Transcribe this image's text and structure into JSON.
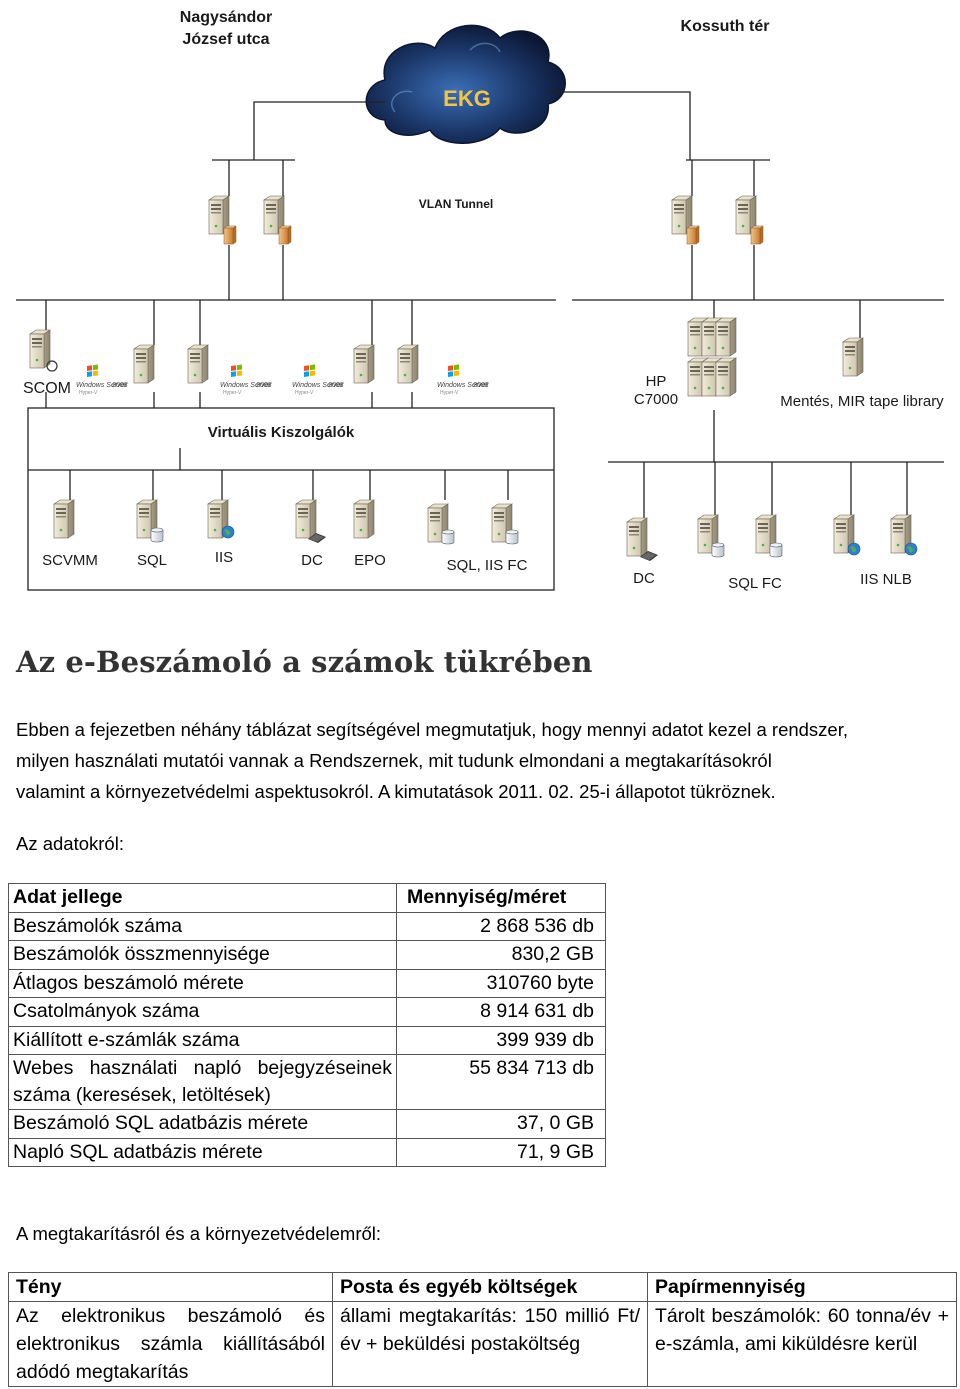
{
  "diagram": {
    "top_left_location": [
      "Nagysándor",
      "József utca"
    ],
    "top_right_location": "Kossuth tér",
    "cloud_label": "EKG",
    "vlan_label": "VLAN Tunnel",
    "scom_label": "SCOM",
    "windows_server_label": "Windows Server",
    "windows_server_year": "2008",
    "hyperv_label": "Hyper-V",
    "virtual_servers_label": "Virtuális Kiszolgálók",
    "hp_label": [
      "HP",
      "C7000"
    ],
    "backup_label": "Mentés, MIR tape library",
    "left_servers": [
      "SCVMM",
      "SQL",
      "IIS",
      "DC",
      "EPO",
      "SQL, IIS FC"
    ],
    "right_servers": [
      "DC",
      "SQL FC",
      "IIS NLB"
    ]
  },
  "heading": "Az e-Beszámoló a számok tükrében",
  "intro_lines": [
    "Ebben a fejezetben néhány táblázat segítségével megmutatjuk, hogy mennyi adatot kezel a rendszer,",
    "milyen használati mutatói vannak a Rendszernek, mit tudunk elmondani a megtakarításokról",
    "valamint a környezetvédelmi aspektusokról. A kimutatások 2011. 02. 25-i állapotot tükröznek."
  ],
  "data_section_label": "Az adatokról:",
  "data_table": {
    "headers": [
      "Adat jellege",
      "Mennyiség/méret"
    ],
    "rows": [
      {
        "label": "Beszámolók száma",
        "value": "2 868 536 db"
      },
      {
        "label": "Beszámolók összmennyisége",
        "value": "830,2 GB"
      },
      {
        "label": "Átlagos beszámoló mérete",
        "value": "310760 byte"
      },
      {
        "label": "Csatolmányok száma",
        "value": "8 914 631 db"
      },
      {
        "label": "Kiállított e-számlák száma",
        "value": "399 939 db"
      },
      {
        "label": "Webes használati napló bejegyzéseinek száma (keresések, letöltések)",
        "value": "55 834 713 db"
      },
      {
        "label": "Beszámoló SQL adatbázis mérete",
        "value": "37, 0 GB"
      },
      {
        "label": "Napló SQL adatbázis mérete",
        "value": "71, 9 GB"
      }
    ]
  },
  "savings_section_label": "A megtakarításról és a környezetvédelemről:",
  "savings_table": {
    "headers": [
      "Tény",
      "Posta és egyéb költségek",
      "Papírmennyiség"
    ],
    "row": [
      "Az elektronikus beszámoló és elektronikus számla kiállításából adódó megtakarítás",
      "állami megtakarítás: 150 millió Ft/év + beküldési postaköltség",
      "Tárolt beszámolók: 60 tonna/év + e-számla, ami kiküldésre kerül"
    ]
  }
}
